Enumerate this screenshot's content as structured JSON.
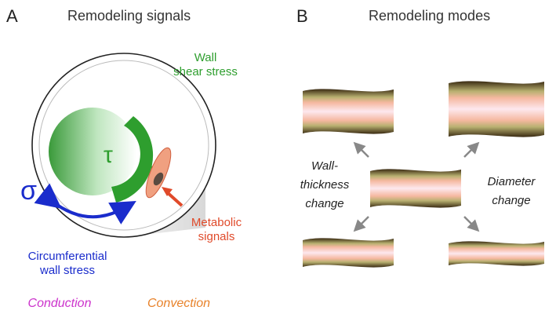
{
  "panel_a": {
    "letter": "A",
    "title": "Remodeling signals",
    "shear_line1": "Wall",
    "shear_line2": "shear stress",
    "tau": "τ",
    "sigma": "σ",
    "metabolic_line1": "Metabolic",
    "metabolic_line2": "signals",
    "circ_line1": "Circumferential",
    "circ_line2": "wall stress",
    "conduction": "Conduction",
    "convection": "Convection"
  },
  "panel_b": {
    "letter": "B",
    "title": "Remodeling modes",
    "wall_line1": "Wall-",
    "wall_line2": "thickness",
    "wall_line3": "change",
    "diam_line1": "Diameter",
    "diam_line2": "change"
  },
  "colors": {
    "green": "#2e9e2e",
    "blue": "#1a2ccc",
    "red": "#e04a2a",
    "magenta": "#cc33cc",
    "orange": "#e8822a",
    "gray": "#888888"
  }
}
